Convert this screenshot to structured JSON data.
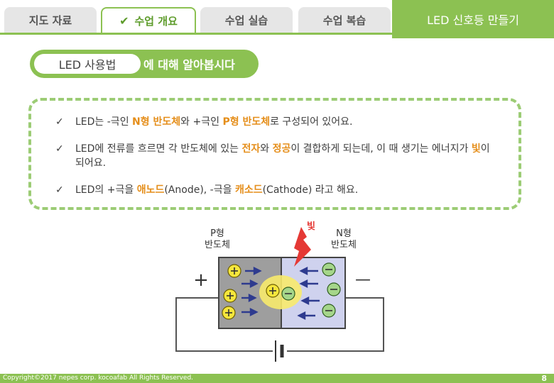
{
  "tabs": [
    {
      "label": "지도 자료",
      "active": false
    },
    {
      "label": "수업 개요",
      "active": true
    },
    {
      "label": "수업 실습",
      "active": false
    },
    {
      "label": "수업 복습",
      "active": false
    }
  ],
  "page_title": "LED 신호등 만들기",
  "section": {
    "keyword": "LED 사용법",
    "rest": "에 대해 알아봅시다"
  },
  "bullets": [
    {
      "parts": [
        "LED는 -극인 ",
        "N형 반도체",
        "와 +극인 ",
        "P형 반도체",
        "로 구성되어 있어요."
      ]
    },
    {
      "parts": [
        "LED에 전류를 흐르면 각 반도체에 있는 ",
        "전자",
        "와 ",
        "정공",
        "이 결합하게 되는데, 이 때 생기는 에너지가 ",
        "빛",
        "이 되어요."
      ]
    },
    {
      "parts": [
        "LED의 +극을 ",
        "애노드",
        "(Anode), -극을 ",
        "캐소드",
        "(Cathode) 라고 해요."
      ]
    }
  ],
  "diagram": {
    "p_label": "P형\n반도체",
    "n_label": "N형\n반도체",
    "light_label": "빛",
    "plus_sign": "+",
    "minus_sign": "—"
  },
  "footer": {
    "copyright": "Copyright©2017 nepes corp. kocoafab All Rights Reserved.",
    "page": "8"
  },
  "colors": {
    "accent": "#8cc152",
    "highlight": "#e58e1a"
  }
}
